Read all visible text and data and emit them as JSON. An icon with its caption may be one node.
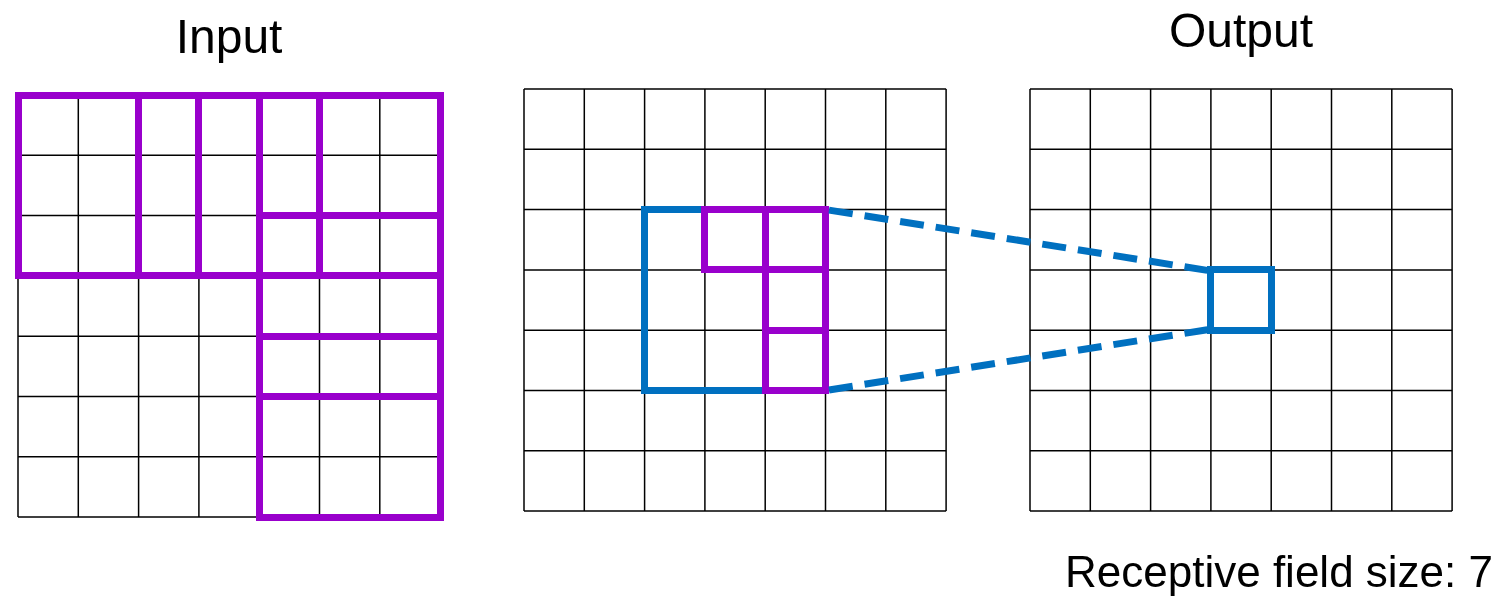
{
  "diagram": {
    "nodes": [
      {
        "text": [
          "Input"
        ]
      },
      {
        "text": [],
        "shape": "box"
      },
      {
        "text": [
          "Output"
        ]
      },
      {
        "text": [],
        "shape": "box",
        "in": 1
      },
      {
        "text": [],
        "shape": "box",
        "in": 2
      },
      {
        "text": [],
        "shape": "box",
        "in": 0
      },
      {
        "text": [],
        "shape": "box",
        "in": 0
      },
      {
        "text": [],
        "shape": "box",
        "in": 0
      },
      {
        "text": [],
        "shape": "box",
        "in": 0
      },
      {
        "text": [],
        "shape": "box",
        "in": 0
      },
      {
        "text": [],
        "shape": "box",
        "in": 3
      },
      {
        "text": [],
        "shape": "box",
        "in": 3
      },
      {
        "text": [],
        "shape": "box",
        "in": 3
      }
    ],
    "edges": [
      {
        "from": 3,
        "to": 4,
        "arrow": "none",
        "style": "dashed"
      },
      {
        "from": 3,
        "to": 4,
        "arrow": "none",
        "style": "dashed"
      }
    ],
    "labels": [
      "Receptive field size: 7"
    ]
  }
}
